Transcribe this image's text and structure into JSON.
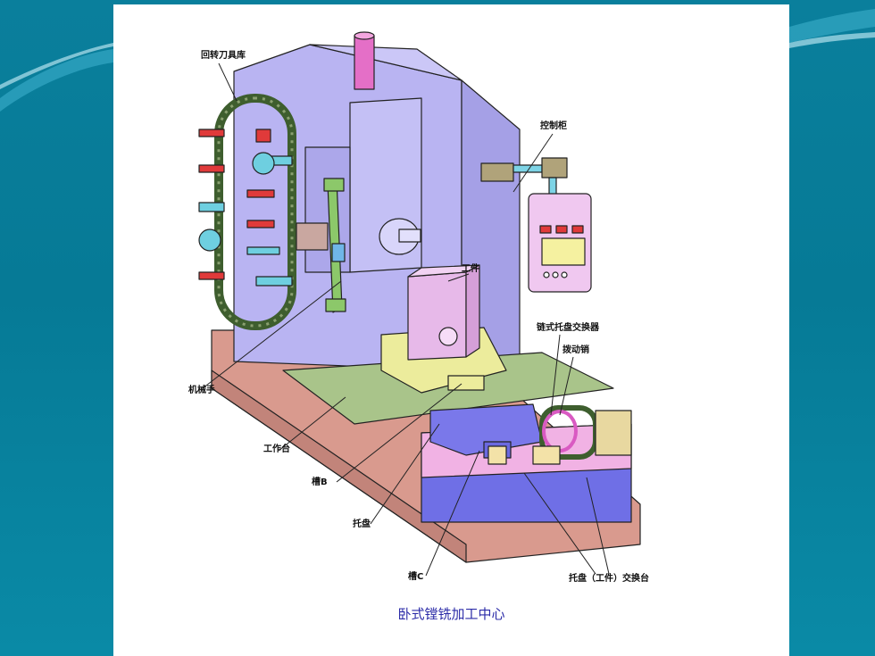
{
  "labels": {
    "tool_magazine": "回转刀具库",
    "control_cabinet": "控制柜",
    "workpiece": "工件",
    "chain_pallet_changer": "链式托盘交换器",
    "drive_pin": "拨动销",
    "manipulator": "机械手",
    "worktable": "工作台",
    "slot_b": "槽B",
    "pallet": "托盘",
    "slot_c": "槽C",
    "pallet_exchange_table": "托盘（工件）交换台"
  },
  "caption": "卧式镗铣加工中心",
  "colors": {
    "background": "#0a7f9c",
    "machine_body": "#b9b4f2",
    "worktable": "#a9c48a",
    "base": "#d99a8e",
    "pallet": "#6f6fe6",
    "rotary_table": "#ecec9c",
    "workpiece": "#e7b9e9",
    "exchanger_pink": "#f1b2e4",
    "caption_text": "#2c2ca8"
  }
}
